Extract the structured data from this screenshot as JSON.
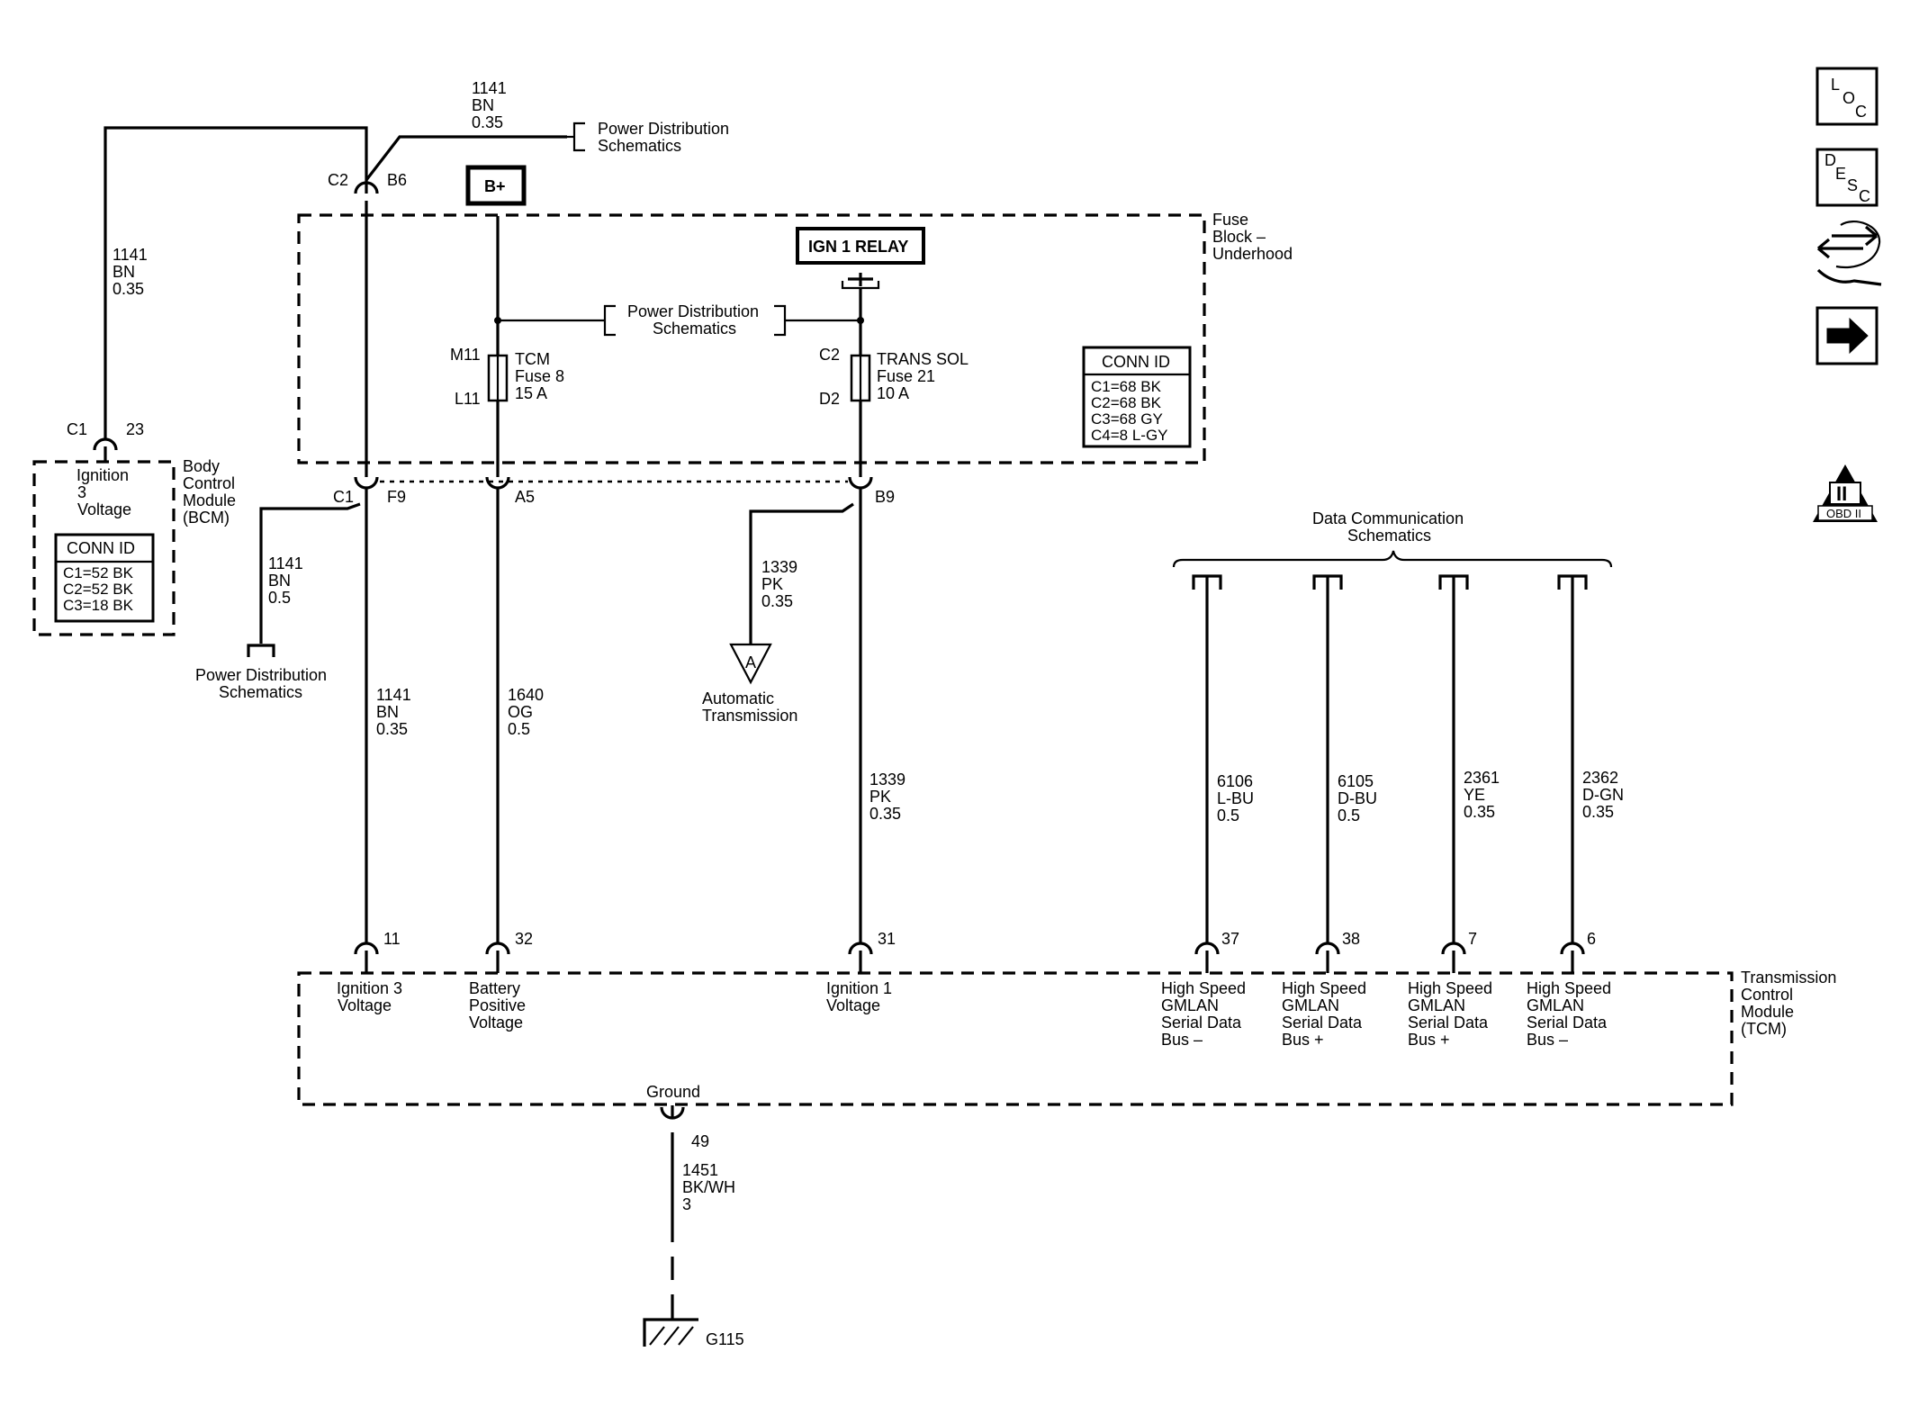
{
  "nav": {
    "loc": [
      "L",
      "O",
      "C"
    ],
    "desc": [
      "D",
      "E",
      "S",
      "C"
    ],
    "obd": "OBD II",
    "obd_mark": "II"
  },
  "fuse_block": {
    "label": [
      "Fuse",
      "Block –",
      "Underhood"
    ],
    "conn_title": "CONN ID",
    "conn_rows": [
      "C1=68 BK",
      "C2=68 BK",
      "C3=68 GY",
      "C4=8 L-GY"
    ]
  },
  "bcm": {
    "label": [
      "Body",
      "Control",
      "Module",
      "(BCM)"
    ],
    "pin_label": [
      "Ignition",
      "3",
      "Voltage"
    ],
    "conn_title": "CONN ID",
    "conn_rows": [
      "C1=52 BK",
      "C2=52 BK",
      "C3=18 BK"
    ],
    "conn": "C1",
    "pin": "23"
  },
  "tcm": {
    "label": [
      "Transmission",
      "Control",
      "Module",
      "(TCM)"
    ]
  },
  "top": {
    "wire_1141_top": [
      "1141",
      "BN",
      "0.35"
    ],
    "pd_top": [
      "Power Distribution",
      "Schematics"
    ],
    "c2": "C2",
    "b6": "B6",
    "bplus": "B+",
    "ign_relay": "IGN 1 RELAY",
    "pd_mid": [
      "Power Distribution",
      "Schematics"
    ],
    "wire_1141_left": [
      "1141",
      "BN",
      "0.35"
    ]
  },
  "fuses": {
    "tcm": {
      "top_pin": "M11",
      "bot_pin": "L11",
      "label": [
        "TCM",
        "Fuse 8",
        "15 A"
      ]
    },
    "trans": {
      "top_pin": "C2",
      "bot_pin": "D2",
      "label": [
        "TRANS SOL",
        "Fuse 21",
        "10 A"
      ]
    }
  },
  "mid": {
    "c1": "C1",
    "f9": "F9",
    "a5": "A5",
    "b9": "B9",
    "wire_1141_05": [
      "1141",
      "BN",
      "0.5"
    ],
    "pd_low": [
      "Power Distribution",
      "Schematics"
    ],
    "wire_1339_a": [
      "1339",
      "PK",
      "0.35"
    ],
    "auto_trans": [
      "Automatic",
      "Transmission"
    ],
    "offpage": "A",
    "wire_1141_main": [
      "1141",
      "BN",
      "0.35"
    ],
    "wire_1640": [
      "1640",
      "OG",
      "0.5"
    ],
    "wire_1339_b": [
      "1339",
      "PK",
      "0.35"
    ],
    "data_comm": [
      "Data Communication",
      "Schematics"
    ],
    "wire_6106": [
      "6106",
      "L-BU",
      "0.5"
    ],
    "wire_6105": [
      "6105",
      "D-BU",
      "0.5"
    ],
    "wire_2361": [
      "2361",
      "YE",
      "0.35"
    ],
    "wire_2362": [
      "2362",
      "D-GN",
      "0.35"
    ]
  },
  "tcm_pins": {
    "p11": "11",
    "p32": "32",
    "p31": "31",
    "p37": "37",
    "p38": "38",
    "p7": "7",
    "p6": "6",
    "ign3": [
      "Ignition 3",
      "Voltage"
    ],
    "batt": [
      "Battery",
      "Positive",
      "Voltage"
    ],
    "ign1": [
      "Ignition 1",
      "Voltage"
    ],
    "hs_minus": [
      "High Speed",
      "GMLAN",
      "Serial Data",
      "Bus –"
    ],
    "hs_plus": [
      "High Speed",
      "GMLAN",
      "Serial Data",
      "Bus +"
    ],
    "hs_plus2": [
      "High Speed",
      "GMLAN",
      "Serial Data",
      "Bus +"
    ],
    "hs_minus2": [
      "High Speed",
      "GMLAN",
      "Serial Data",
      "Bus –"
    ]
  },
  "ground": {
    "label": "Ground",
    "pin": "49",
    "wire": [
      "1451",
      "BK/WH",
      "3"
    ],
    "id": "G115"
  }
}
